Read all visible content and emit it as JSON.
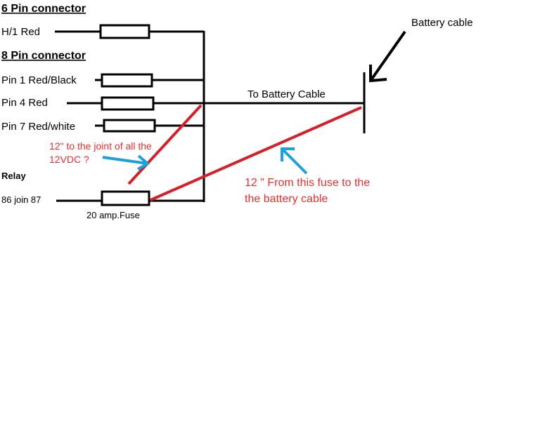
{
  "labels": {
    "six_pin_header": "6 Pin connector",
    "h1_red": "H/1 Red",
    "eight_pin_header": "8 Pin connector",
    "pin1": "Pin 1 Red/Black",
    "pin4": "Pin 4 Red",
    "pin7": "Pin 7 Red/white",
    "relay": "Relay",
    "relay_join": "86 join 87",
    "fuse_rating": "20 amp.Fuse",
    "to_battery": "To Battery Cable",
    "battery_cable": "Battery cable"
  },
  "notes": {
    "joint_line1": "12\" to the joint of all the",
    "joint_line2": "12VDC ?",
    "fuse_line1": "12 \" From this fuse to the",
    "fuse_line2": "the battery cable"
  },
  "colors": {
    "wire": "#000000",
    "annotation_red": "#e03030",
    "annotation_blue": "#1ea0dc"
  }
}
